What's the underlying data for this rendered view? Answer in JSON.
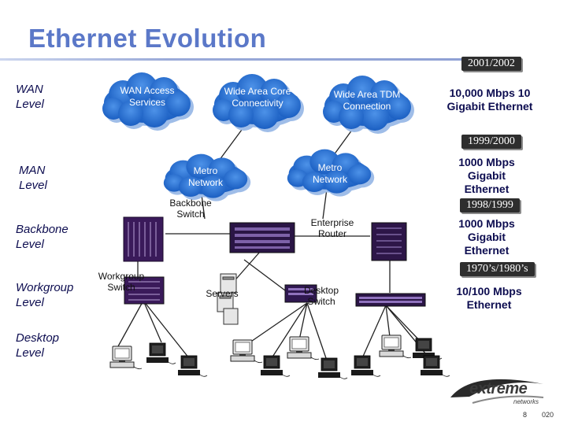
{
  "slide": {
    "title": "Ethernet Evolution",
    "page_number": "8",
    "slide_code": "020"
  },
  "levels": {
    "wan": "WAN Level",
    "man": "MAN Level",
    "backbone": "Backbone Level",
    "workgroup": "Workgroup Level",
    "desktop": "Desktop Level"
  },
  "clouds": {
    "wan_access": "WAN Access Services",
    "wide_area_core": "Wide Area Core Connectivity",
    "wide_area_tdm": "Wide Area TDM Connection",
    "metro_left": "Metro Network",
    "metro_right": "Metro Network"
  },
  "devices": {
    "backbone_switch": "Backbone Switch",
    "enterprise_router": "Enterprise Router",
    "workgroup_switch": "Workgroup Switch",
    "servers": "Servers",
    "desktop_switch": "Desktop Switch"
  },
  "timeline": [
    {
      "era": "2001/2002",
      "speed": "10,000 Mbps 10 Gigabit Ethernet"
    },
    {
      "era": "1999/2000",
      "speed": "1000 Mbps Gigabit Ethernet"
    },
    {
      "era": "1998/1999",
      "speed": "1000 Mbps Gigabit Ethernet"
    },
    {
      "era": "1970’s/1980’s",
      "speed": "10/100 Mbps Ethernet"
    }
  ],
  "logo": {
    "name": "extreme",
    "tagline": "networks"
  },
  "colors": {
    "title": "#5b78c8",
    "cloud": "#2a6fd0",
    "switch_chassis": "#3a1a5a",
    "level_text": "#0d0d50",
    "era_badge": "#2e2e2e"
  }
}
